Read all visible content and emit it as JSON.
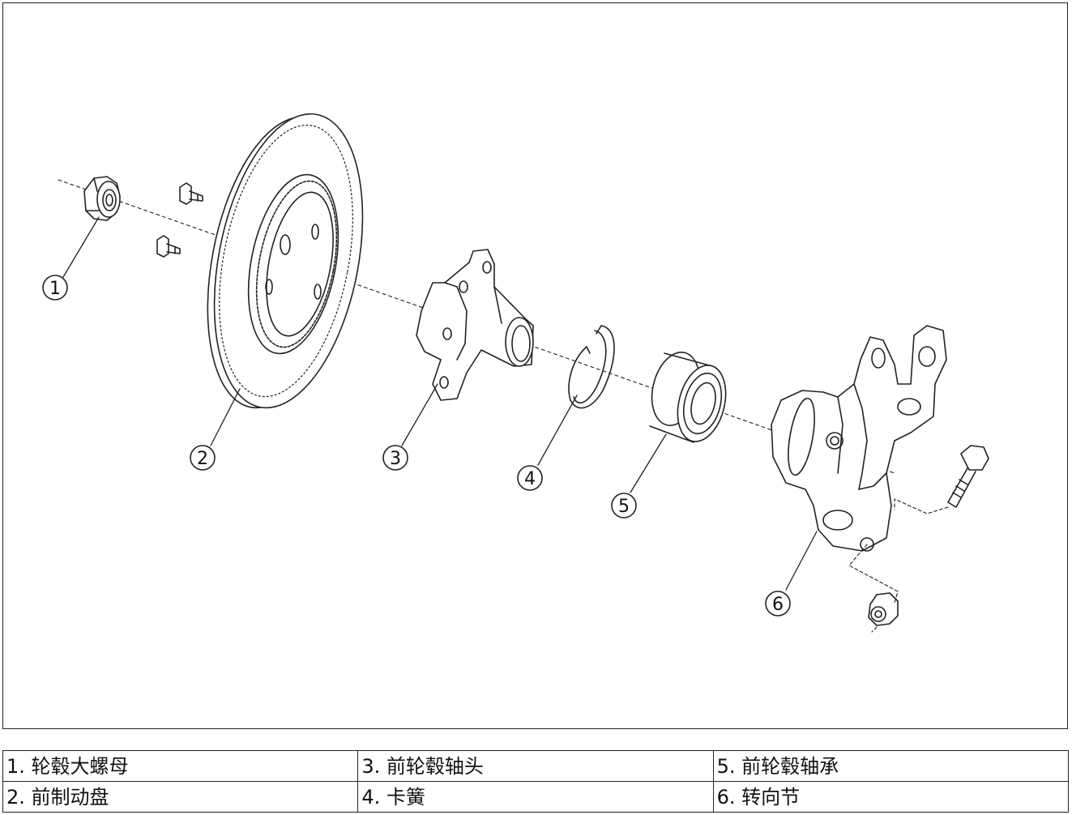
{
  "diagram": {
    "callouts": [
      {
        "id": "1",
        "label": "1"
      },
      {
        "id": "2",
        "label": "2"
      },
      {
        "id": "3",
        "label": "3"
      },
      {
        "id": "4",
        "label": "4"
      },
      {
        "id": "5",
        "label": "5"
      },
      {
        "id": "6",
        "label": "6"
      }
    ]
  },
  "legend": {
    "rows": [
      [
        "1. 轮毂大螺母",
        "3. 前轮毂轴头",
        "5. 前轮毂轴承"
      ],
      [
        "2. 前制动盘",
        "4. 卡簧",
        "6. 转向节"
      ]
    ]
  },
  "colors": {
    "line": "#222222",
    "background": "#ffffff"
  }
}
